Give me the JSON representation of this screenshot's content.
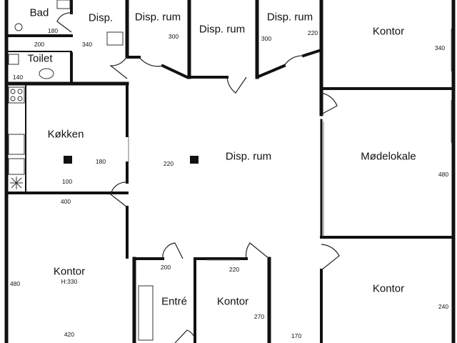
{
  "rooms": {
    "bad": "Bad",
    "toilet": "Toilet",
    "disp_small": "Disp.",
    "disp_rum_1": "Disp. rum",
    "disp_rum_2": "Disp. rum",
    "disp_rum_3": "Disp. rum",
    "kontor_top_right": "Kontor",
    "kokken": "Køkken",
    "disp_rum_main": "Disp. rum",
    "modelokale": "Mødelokale",
    "kontor_bottom_left": "Kontor",
    "entre": "Entré",
    "kontor_bottom_mid": "Kontor",
    "kontor_bottom_right": "Kontor"
  },
  "dimensions": {
    "bad_width": "180",
    "toilet_top": "200",
    "toilet_width": "140",
    "disp_small": "340",
    "disp_rum_1": "300",
    "disp_rum_2": "300",
    "disp_rum_3": "220",
    "kontor_top_right": "340",
    "kokken_right": "180",
    "kokken_bottom": "100",
    "kokken_wall": "400",
    "disp_rum_main": "220",
    "modelokale": "480",
    "kontor_bottom_left_side": "480",
    "kontor_bottom_left_height": "H:330",
    "kontor_bottom_left_bottom": "420",
    "entre": "200",
    "kontor_bottom_mid_top": "220",
    "kontor_bottom_mid_side": "270",
    "corridor_bottom": "170",
    "kontor_bottom_right": "240"
  }
}
